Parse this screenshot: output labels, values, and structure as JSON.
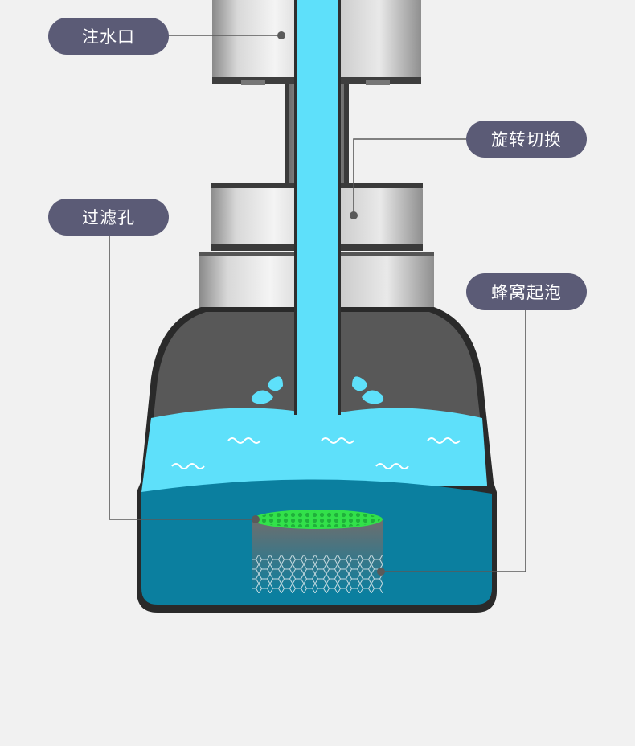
{
  "labels": {
    "water_inlet": "注水口",
    "rotation_switch": "旋转切换",
    "filter_holes": "过滤孔",
    "honeycomb_bubbling": "蜂窝起泡"
  },
  "colors": {
    "background": "#f1f1f1",
    "label_pill": "#5b5b76",
    "label_text": "#ffffff",
    "water_stream": "#5ee0fa",
    "water_light": "#5ee0fa",
    "water_dark": "#0b7f9f",
    "housing_dark": "#585858",
    "filter_mesh": "#39d24a",
    "leader_line": "#5a5a5a"
  },
  "icons": {
    "splash_left": "water-droplet-icon",
    "splash_right": "water-droplet-icon",
    "wave": "wave-icon"
  }
}
